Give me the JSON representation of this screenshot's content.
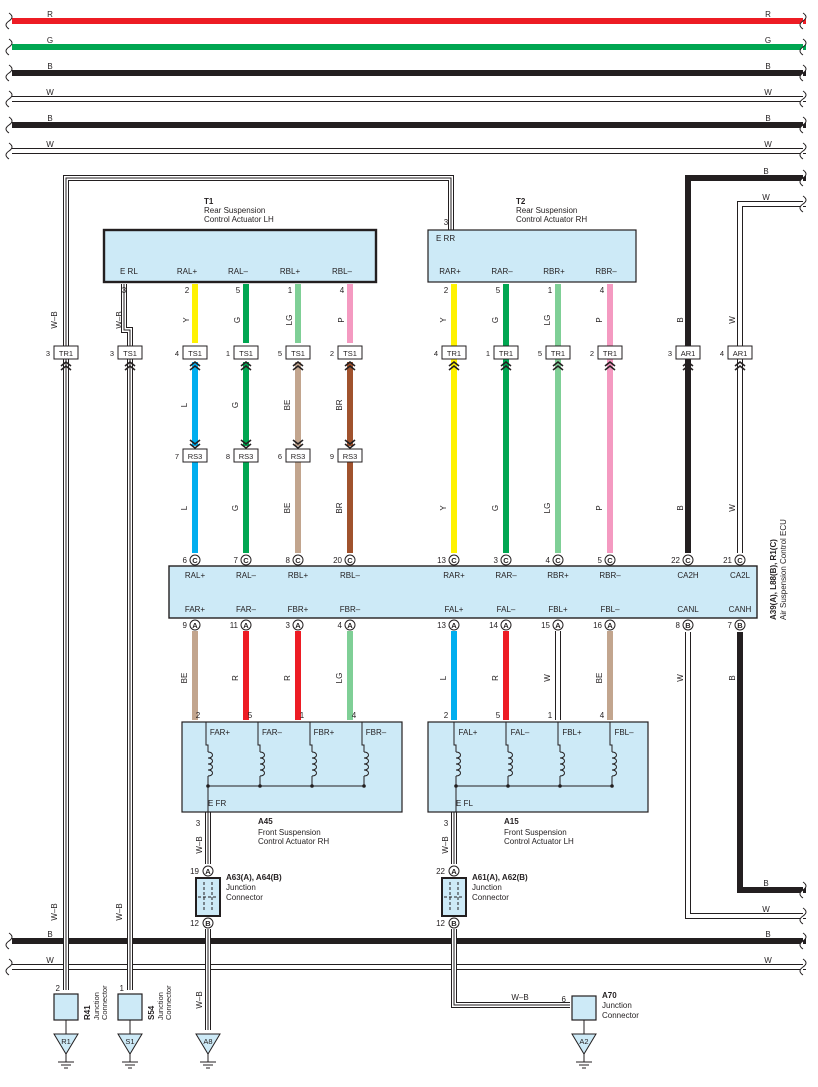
{
  "bus": {
    "top": [
      "R",
      "G",
      "B",
      "W",
      "B",
      "W"
    ],
    "bottom": [
      "B",
      "W"
    ],
    "right": [
      "B",
      "W",
      "B",
      "W"
    ]
  },
  "components": {
    "T1": {
      "code": "T1",
      "name": "Rear Suspension",
      "name2": "Control Actuator LH",
      "ground": "E RL",
      "ground_pin": "3",
      "terms": [
        "RAL+",
        "RAL–",
        "RBL+",
        "RBL–"
      ],
      "pins": [
        "2",
        "5",
        "1",
        "4"
      ]
    },
    "T2": {
      "code": "T2",
      "name": "Rear Suspension",
      "name2": "Control Actuator RH",
      "ground": "E RR",
      "ground_pin": "3",
      "terms": [
        "RAR+",
        "RAR–",
        "RBR+",
        "RBR–"
      ],
      "pins": [
        "2",
        "5",
        "1",
        "4"
      ]
    },
    "ECU": {
      "code": "A39(A), L88(B), R1(C)",
      "name": "Air Suspension Control ECU",
      "top_terms": [
        "RAL+",
        "RAL–",
        "RBL+",
        "RBL–",
        "RAR+",
        "RAR–",
        "RBR+",
        "RBR–",
        "CA2H",
        "CA2L"
      ],
      "top_pins": [
        "6",
        "7",
        "8",
        "20",
        "13",
        "3",
        "4",
        "5",
        "22",
        "21"
      ],
      "bottom_terms": [
        "FAR+",
        "FAR–",
        "FBR+",
        "FBR–",
        "FAL+",
        "FAL–",
        "FBL+",
        "FBL–",
        "CANL",
        "CANH"
      ],
      "bottom_pins": [
        "9",
        "11",
        "3",
        "4",
        "13",
        "14",
        "15",
        "16",
        "8",
        "7"
      ],
      "top_letter": "C",
      "bottom_letters": [
        "A",
        "A",
        "A",
        "A",
        "A",
        "A",
        "A",
        "A",
        "B",
        "B"
      ]
    },
    "A45": {
      "code": "A45",
      "name": "Front Suspension",
      "name2": "Control Actuator RH",
      "ground": "E FR",
      "ground_pin": "3",
      "terms": [
        "FAR+",
        "FAR–",
        "FBR+",
        "FBR–"
      ],
      "pins": [
        "2",
        "5",
        "1",
        "4"
      ]
    },
    "A15": {
      "code": "A15",
      "name": "Front Suspension",
      "name2": "Control Actuator LH",
      "ground": "E FL",
      "ground_pin": "3",
      "terms": [
        "FAL+",
        "FAL–",
        "FBL+",
        "FBL–"
      ],
      "pins": [
        "2",
        "5",
        "1",
        "4"
      ]
    },
    "JC_R": {
      "code": "A63(A), A64(B)",
      "name": "Junction",
      "name2": "Connector",
      "pin_top": "19",
      "pin_bottom": "12"
    },
    "JC_L": {
      "code": "A61(A), A62(B)",
      "name": "Junction",
      "name2": "Connector",
      "pin_top": "22",
      "pin_bottom": "12"
    },
    "R41": {
      "code": "R41",
      "name": "Junction",
      "name2": "Connector",
      "pin": "2"
    },
    "S54": {
      "code": "S54",
      "name": "Junction",
      "name2": "Connector",
      "pin": "1"
    },
    "A70": {
      "code": "A70",
      "name": "Junction",
      "name2": "Connector",
      "pin": "6"
    }
  },
  "upper_connectors": [
    {
      "pin": "3",
      "code": "TR1",
      "wire": "W–B"
    },
    {
      "pin": "3",
      "code": "TS1",
      "wire": "W–B"
    },
    {
      "pin": "4",
      "code": "TS1",
      "wire": "Y"
    },
    {
      "pin": "1",
      "code": "TS1",
      "wire": "G"
    },
    {
      "pin": "5",
      "code": "TS1",
      "wire": "LG"
    },
    {
      "pin": "2",
      "code": "TS1",
      "wire": "P"
    },
    {
      "pin": "4",
      "code": "TR1",
      "wire": "Y"
    },
    {
      "pin": "1",
      "code": "TR1",
      "wire": "G"
    },
    {
      "pin": "5",
      "code": "TR1",
      "wire": "LG"
    },
    {
      "pin": "2",
      "code": "TR1",
      "wire": "P"
    },
    {
      "pin": "3",
      "code": "AR1",
      "wire": "B"
    },
    {
      "pin": "4",
      "code": "AR1",
      "wire": "W"
    }
  ],
  "mid_wires": [
    "L",
    "G",
    "BE",
    "BR"
  ],
  "rs3": [
    {
      "pin": "7",
      "code": "RS3"
    },
    {
      "pin": "8",
      "code": "RS3"
    },
    {
      "pin": "6",
      "code": "RS3"
    },
    {
      "pin": "9",
      "code": "RS3"
    }
  ],
  "low_wires_left": [
    "L",
    "G",
    "BE",
    "BR"
  ],
  "low_wires_right": [
    "Y",
    "G",
    "LG",
    "P",
    "B",
    "W"
  ],
  "front_wires": [
    "BE",
    "R",
    "R",
    "LG",
    "L",
    "R",
    "W",
    "BE",
    "W",
    "B"
  ],
  "ground_wires": {
    "jc_r_top": "W–B",
    "jc_r_bottom": "W–B",
    "jc_l_top": "W–B",
    "r41": "W–B",
    "s54": "W–B",
    "a70": "W–B"
  },
  "grounds": [
    "R1",
    "S1",
    "A8",
    "A2"
  ],
  "colors": {
    "R": "#ed1c24",
    "G": "#00a651",
    "B": "#231f20",
    "W": "#ffffff",
    "Y": "#fff200",
    "LG": "#7fcf96",
    "P": "#f49ac1",
    "L": "#00aeef",
    "BE": "#c2a58e",
    "BR": "#a0522d",
    "fill": "#cdeaf7"
  }
}
